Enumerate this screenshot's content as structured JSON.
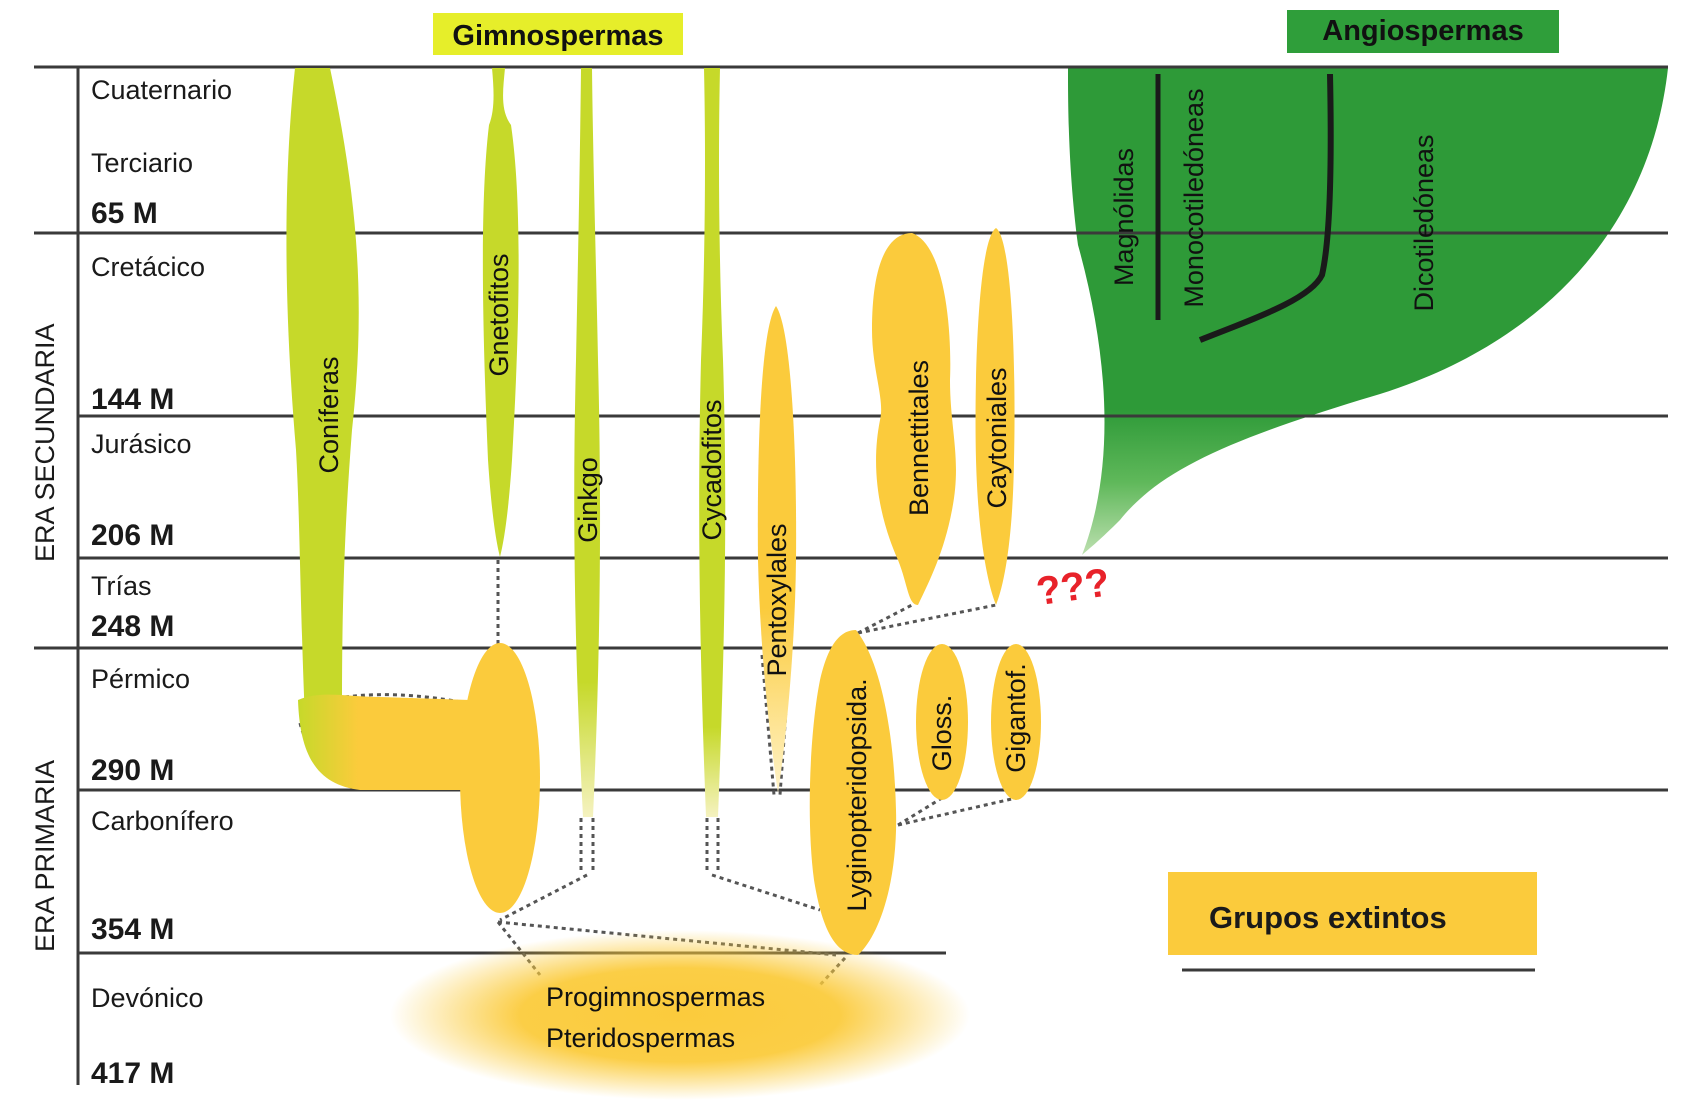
{
  "headers": {
    "gymnosperms": "Gimnospermas",
    "angiosperms": "Angiospermas"
  },
  "periods": [
    {
      "name": "Cuaternario",
      "mya": ""
    },
    {
      "name": "Terciario",
      "mya": "65 M"
    },
    {
      "name": "Cretácico",
      "mya": "144 M"
    },
    {
      "name": "Jurásico",
      "mya": "206 M"
    },
    {
      "name": "Trías",
      "mya": "248 M"
    },
    {
      "name": "Pérmico",
      "mya": "290 M"
    },
    {
      "name": "Carbonífero",
      "mya": "354 M"
    },
    {
      "name": "Devónico",
      "mya": "417 M"
    }
  ],
  "eras": {
    "secondary": "ERA SECUNDARIA",
    "primary": "ERA PRIMARIA"
  },
  "gymnosperm_groups": {
    "coniferas": "Coníferas",
    "gnetofitos": "Gnetofitos",
    "ginkgo": "Ginkgo",
    "cycadofitos": "Cycadofitos"
  },
  "extinct_groups": {
    "pentoxylales": "Pentoxylales",
    "bennettitales": "Bennettitales",
    "caytoniales": "Caytoniales",
    "lyginopteridopsida": "Lyginopteridopsida.",
    "gloss": "Gloss.",
    "gigantof": "Gigantof."
  },
  "angiosperm_groups": {
    "magnolidas": "Magnólidas",
    "monocotiledoneas": "Monocotiledóneas",
    "dicotiledoneas": "Dicotiledóneas"
  },
  "origin": {
    "line1": "Progimnospermas",
    "line2": "Pteridospermas"
  },
  "unknown_origin": "???",
  "legend": {
    "label": "Grupos extintos"
  },
  "colors": {
    "gymnosperm": "#c6d92a",
    "extinct": "#fbcb3c",
    "angiosperm": "#2e9a38",
    "gymnosperm_header_bg": "#e6ee2a",
    "angiosperm_header_bg": "#2f9e3a",
    "question_marks": "#e8222a"
  }
}
